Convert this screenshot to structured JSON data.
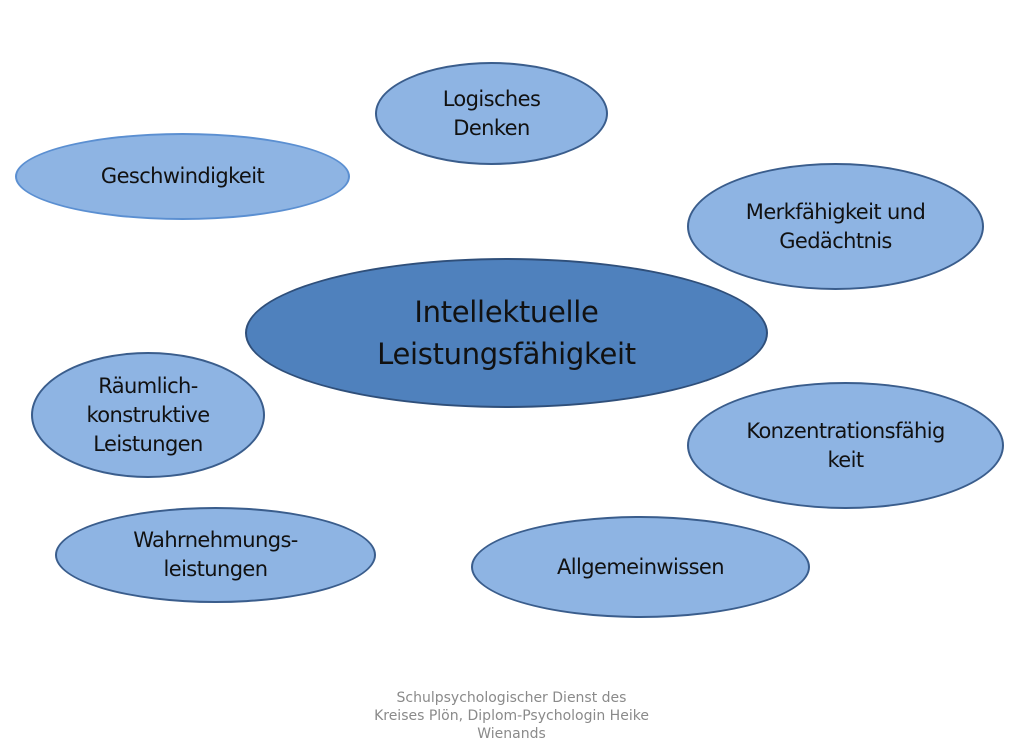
{
  "center": {
    "lines": [
      "Intellektuelle",
      "Leistungsfähigkeit"
    ]
  },
  "bubbles": {
    "logisches_denken": {
      "lines": [
        "Logisches",
        "Denken"
      ]
    },
    "geschwindigkeit": {
      "lines": [
        "Geschwindigkeit"
      ]
    },
    "merkfaehigkeit": {
      "lines": [
        "Merkfähigkeit und",
        "Gedächtnis"
      ]
    },
    "raeumlich": {
      "lines": [
        "Räumlich-",
        "konstruktive",
        "Leistungen"
      ]
    },
    "konzentration": {
      "lines": [
        "Konzentrationsfähig",
        "keit"
      ]
    },
    "wahrnehmung": {
      "lines": [
        "Wahrnehmungs-",
        "leistungen"
      ]
    },
    "allgemeinwissen": {
      "lines": [
        "Allgemeinwissen"
      ]
    }
  },
  "footer": {
    "lines": [
      "Schulpsychologischer Dienst des",
      "Kreises Plön, Diplom-Psychologin Heike",
      "Wienands"
    ]
  },
  "colors": {
    "bubble_fill": "#8eb4e3",
    "bubble_border": "#3a5d8c",
    "center_fill": "#4f81bd",
    "footer_text": "#8a8a8a"
  }
}
